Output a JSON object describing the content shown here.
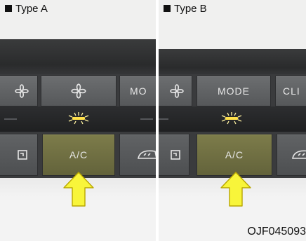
{
  "figure": {
    "panel_a": {
      "label": "Type A",
      "buttons": {
        "partial_left": "",
        "middle": "",
        "partial_right": "MO",
        "ac": "A/C"
      }
    },
    "panel_b": {
      "label": "Type B",
      "buttons": {
        "mode": "MODE",
        "partial_right": "CLI",
        "ac": "A/C"
      }
    },
    "code": "OJF045093"
  },
  "colors": {
    "indicator_on": "#ffd21e",
    "arrow": "#f8f53a",
    "ac_button": "#6f6e42"
  },
  "icons": [
    "fan-icon",
    "recirculation-icon",
    "defrost-icon",
    "arrow-up-icon",
    "indicator-light-icon"
  ]
}
